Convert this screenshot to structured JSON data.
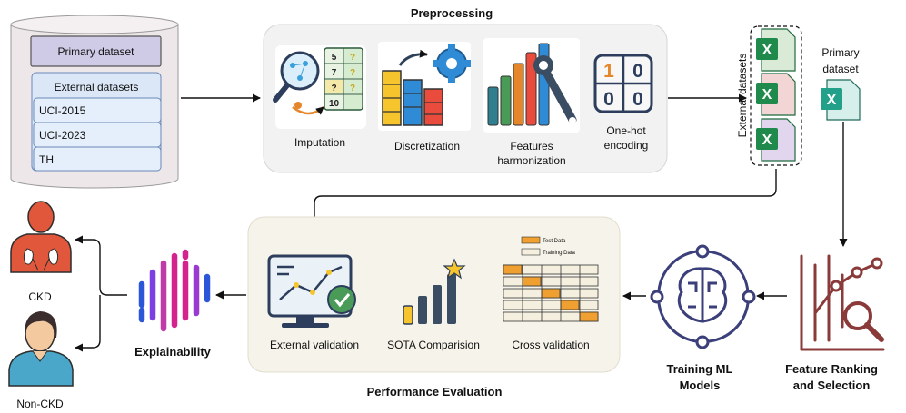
{
  "database": {
    "primary": "Primary dataset",
    "external_header": "External datasets",
    "external_items": [
      "UCI-2015",
      "UCI-2023",
      "TH"
    ]
  },
  "preprocessing": {
    "title": "Preprocessing",
    "steps": [
      {
        "label_lines": [
          "Imputation"
        ],
        "icon": "imputation-icon"
      },
      {
        "label_lines": [
          "Discretization"
        ],
        "icon": "discretization-icon"
      },
      {
        "label_lines": [
          "Features",
          "harmonization"
        ],
        "icon": "harmonization-icon"
      },
      {
        "label_lines": [
          "One-hot",
          "encoding"
        ],
        "icon": "one-hot-icon"
      }
    ],
    "grid_cells": [
      "1",
      "0",
      "0",
      "0"
    ],
    "table_cells": [
      "5",
      "7",
      "?",
      "10"
    ]
  },
  "datasets": {
    "external_label": "External datasets",
    "primary_label_lines": [
      "Primary",
      "dataset"
    ]
  },
  "feature_ranking": {
    "label_lines": [
      "Feature Ranking",
      "and Selection"
    ]
  },
  "training": {
    "label_lines": [
      "Training ML",
      "Models"
    ]
  },
  "evaluation": {
    "title": "Performance Evaluation",
    "items": [
      "External validation",
      "SOTA Comparision",
      "Cross validation"
    ],
    "legend_test": "Test Data",
    "legend_training": "Training Data"
  },
  "explainability": {
    "label": "Explainability"
  },
  "outcomes": {
    "ckd": "CKD",
    "non_ckd": "Non-CKD"
  },
  "colors": {
    "excel_green": "#1f8a4c",
    "ranking_red": "#8b3a3a",
    "training_purple": "#3b3f7a",
    "eval_bg": "#f6f4ea",
    "pre_bg": "#f2f2f2",
    "patient_red": "#e0573c",
    "patient_blue": "#4aa7c9"
  }
}
